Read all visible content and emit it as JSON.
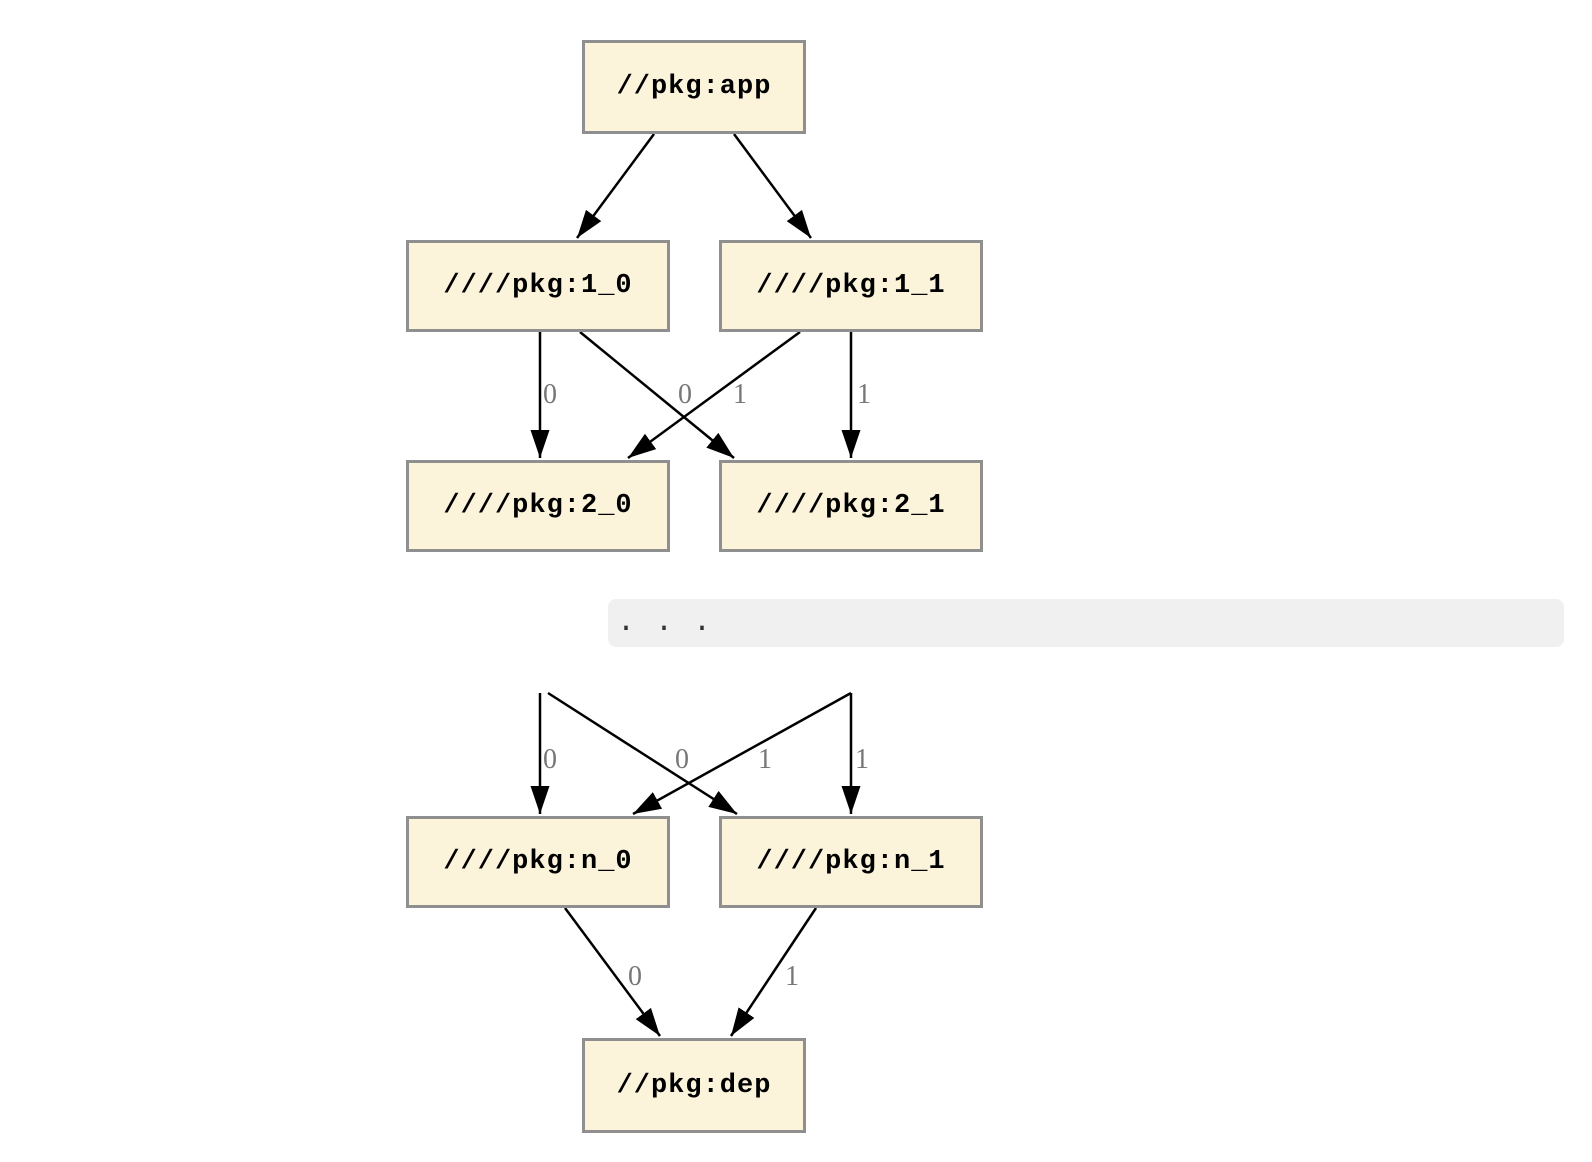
{
  "diagram": {
    "nodes": {
      "app": "//pkg:app",
      "v1_0": "////pkg:1_0",
      "v1_1": "////pkg:1_1",
      "v2_0": "////pkg:2_0",
      "v2_1": "////pkg:2_1",
      "vn_0": "////pkg:n_0",
      "vn_1": "////pkg:n_1",
      "dep": "//pkg:dep"
    },
    "ellipsis": ". . .",
    "edge_labels": {
      "level1_to_level2": [
        "0",
        "0",
        "1",
        "1"
      ],
      "ellipsis_to_leveln": [
        "0",
        "0",
        "1",
        "1"
      ],
      "leveln_to_dep": [
        "0",
        "1"
      ]
    },
    "colors": {
      "node_fill": "#FBF4DB",
      "node_border": "#8F8F8F",
      "edge": "#000000",
      "edge_label": "#777777",
      "ellipsis_bar_bg": "#F0F0F0",
      "ellipsis_text": "#333333"
    }
  }
}
